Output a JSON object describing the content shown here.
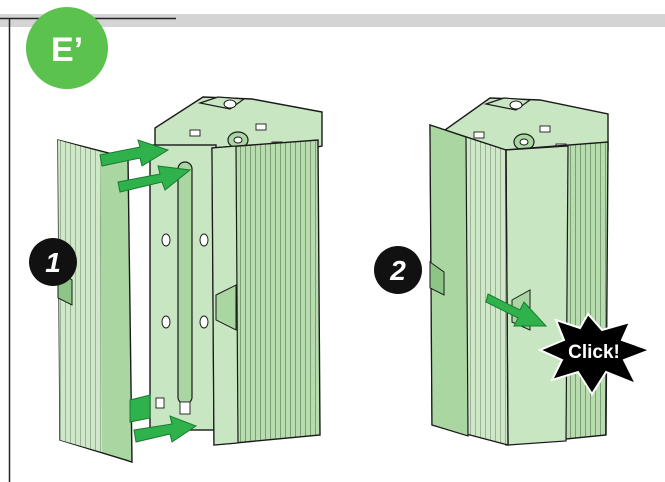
{
  "header": {
    "badge_label": "E’"
  },
  "steps": [
    {
      "number": "1"
    },
    {
      "number": "2"
    }
  ],
  "callout": {
    "label": "Click!"
  },
  "colors": {
    "green_badge": "#5cc24e",
    "cover_fill": "#a9d6a1",
    "cover_light": "#c9e6c2",
    "arrow_fill": "#2fb24c",
    "outline": "#1a1a1a",
    "header_bar": "#d4d4d4",
    "number_badge": "#111111"
  },
  "icons": [
    "green-insert-arrow-icon",
    "step-number-badge",
    "click-starburst-icon"
  ]
}
